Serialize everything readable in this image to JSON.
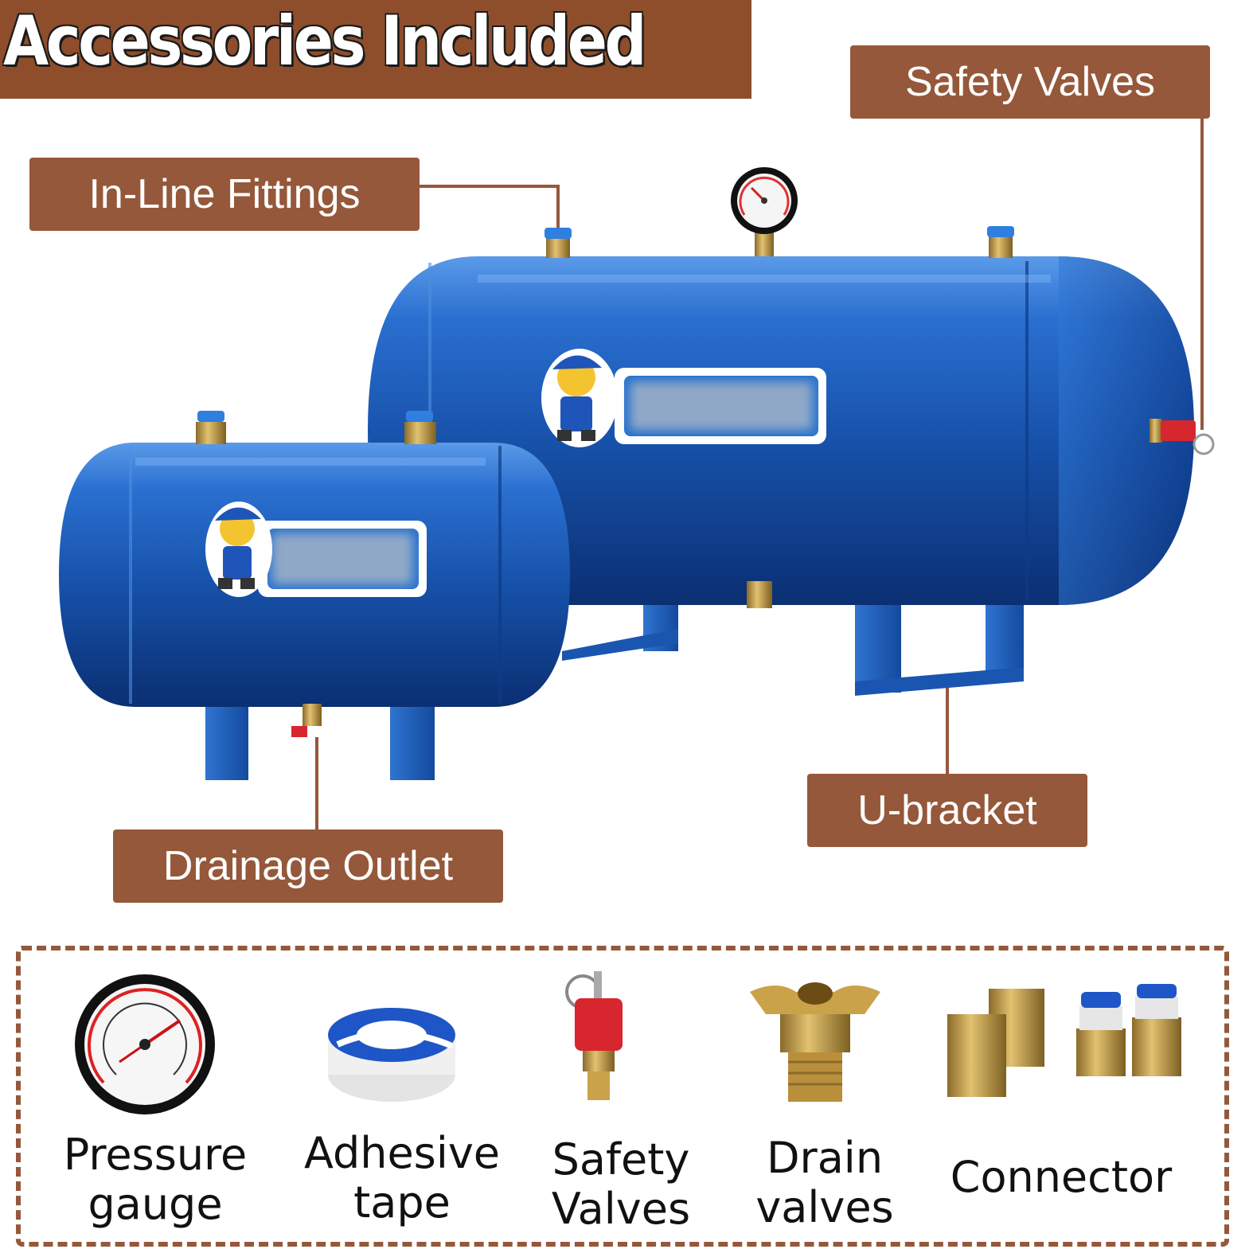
{
  "banner": {
    "title": "Accessories Included"
  },
  "callouts": {
    "safety_valves": "Safety Valves",
    "inline_fittings": "In-Line Fittings",
    "u_bracket": "U-bracket",
    "drainage_outlet": "Drainage Outlet"
  },
  "accessories": [
    {
      "line1": "Pressure",
      "line2": "gauge",
      "icon": "pressure-gauge-icon"
    },
    {
      "line1": "Adhesive",
      "line2": "tape",
      "icon": "adhesive-tape-icon"
    },
    {
      "line1": "Safety",
      "line2": "Valves",
      "icon": "safety-valve-icon"
    },
    {
      "line1": "Drain",
      "line2": "valves",
      "icon": "drain-valve-icon"
    },
    {
      "line1": "Connector",
      "icon": "connector-icon"
    }
  ],
  "colors": {
    "brand_brown": "#95583a",
    "tank_blue": "#1f5fb8",
    "brass": "#c9a24a"
  }
}
